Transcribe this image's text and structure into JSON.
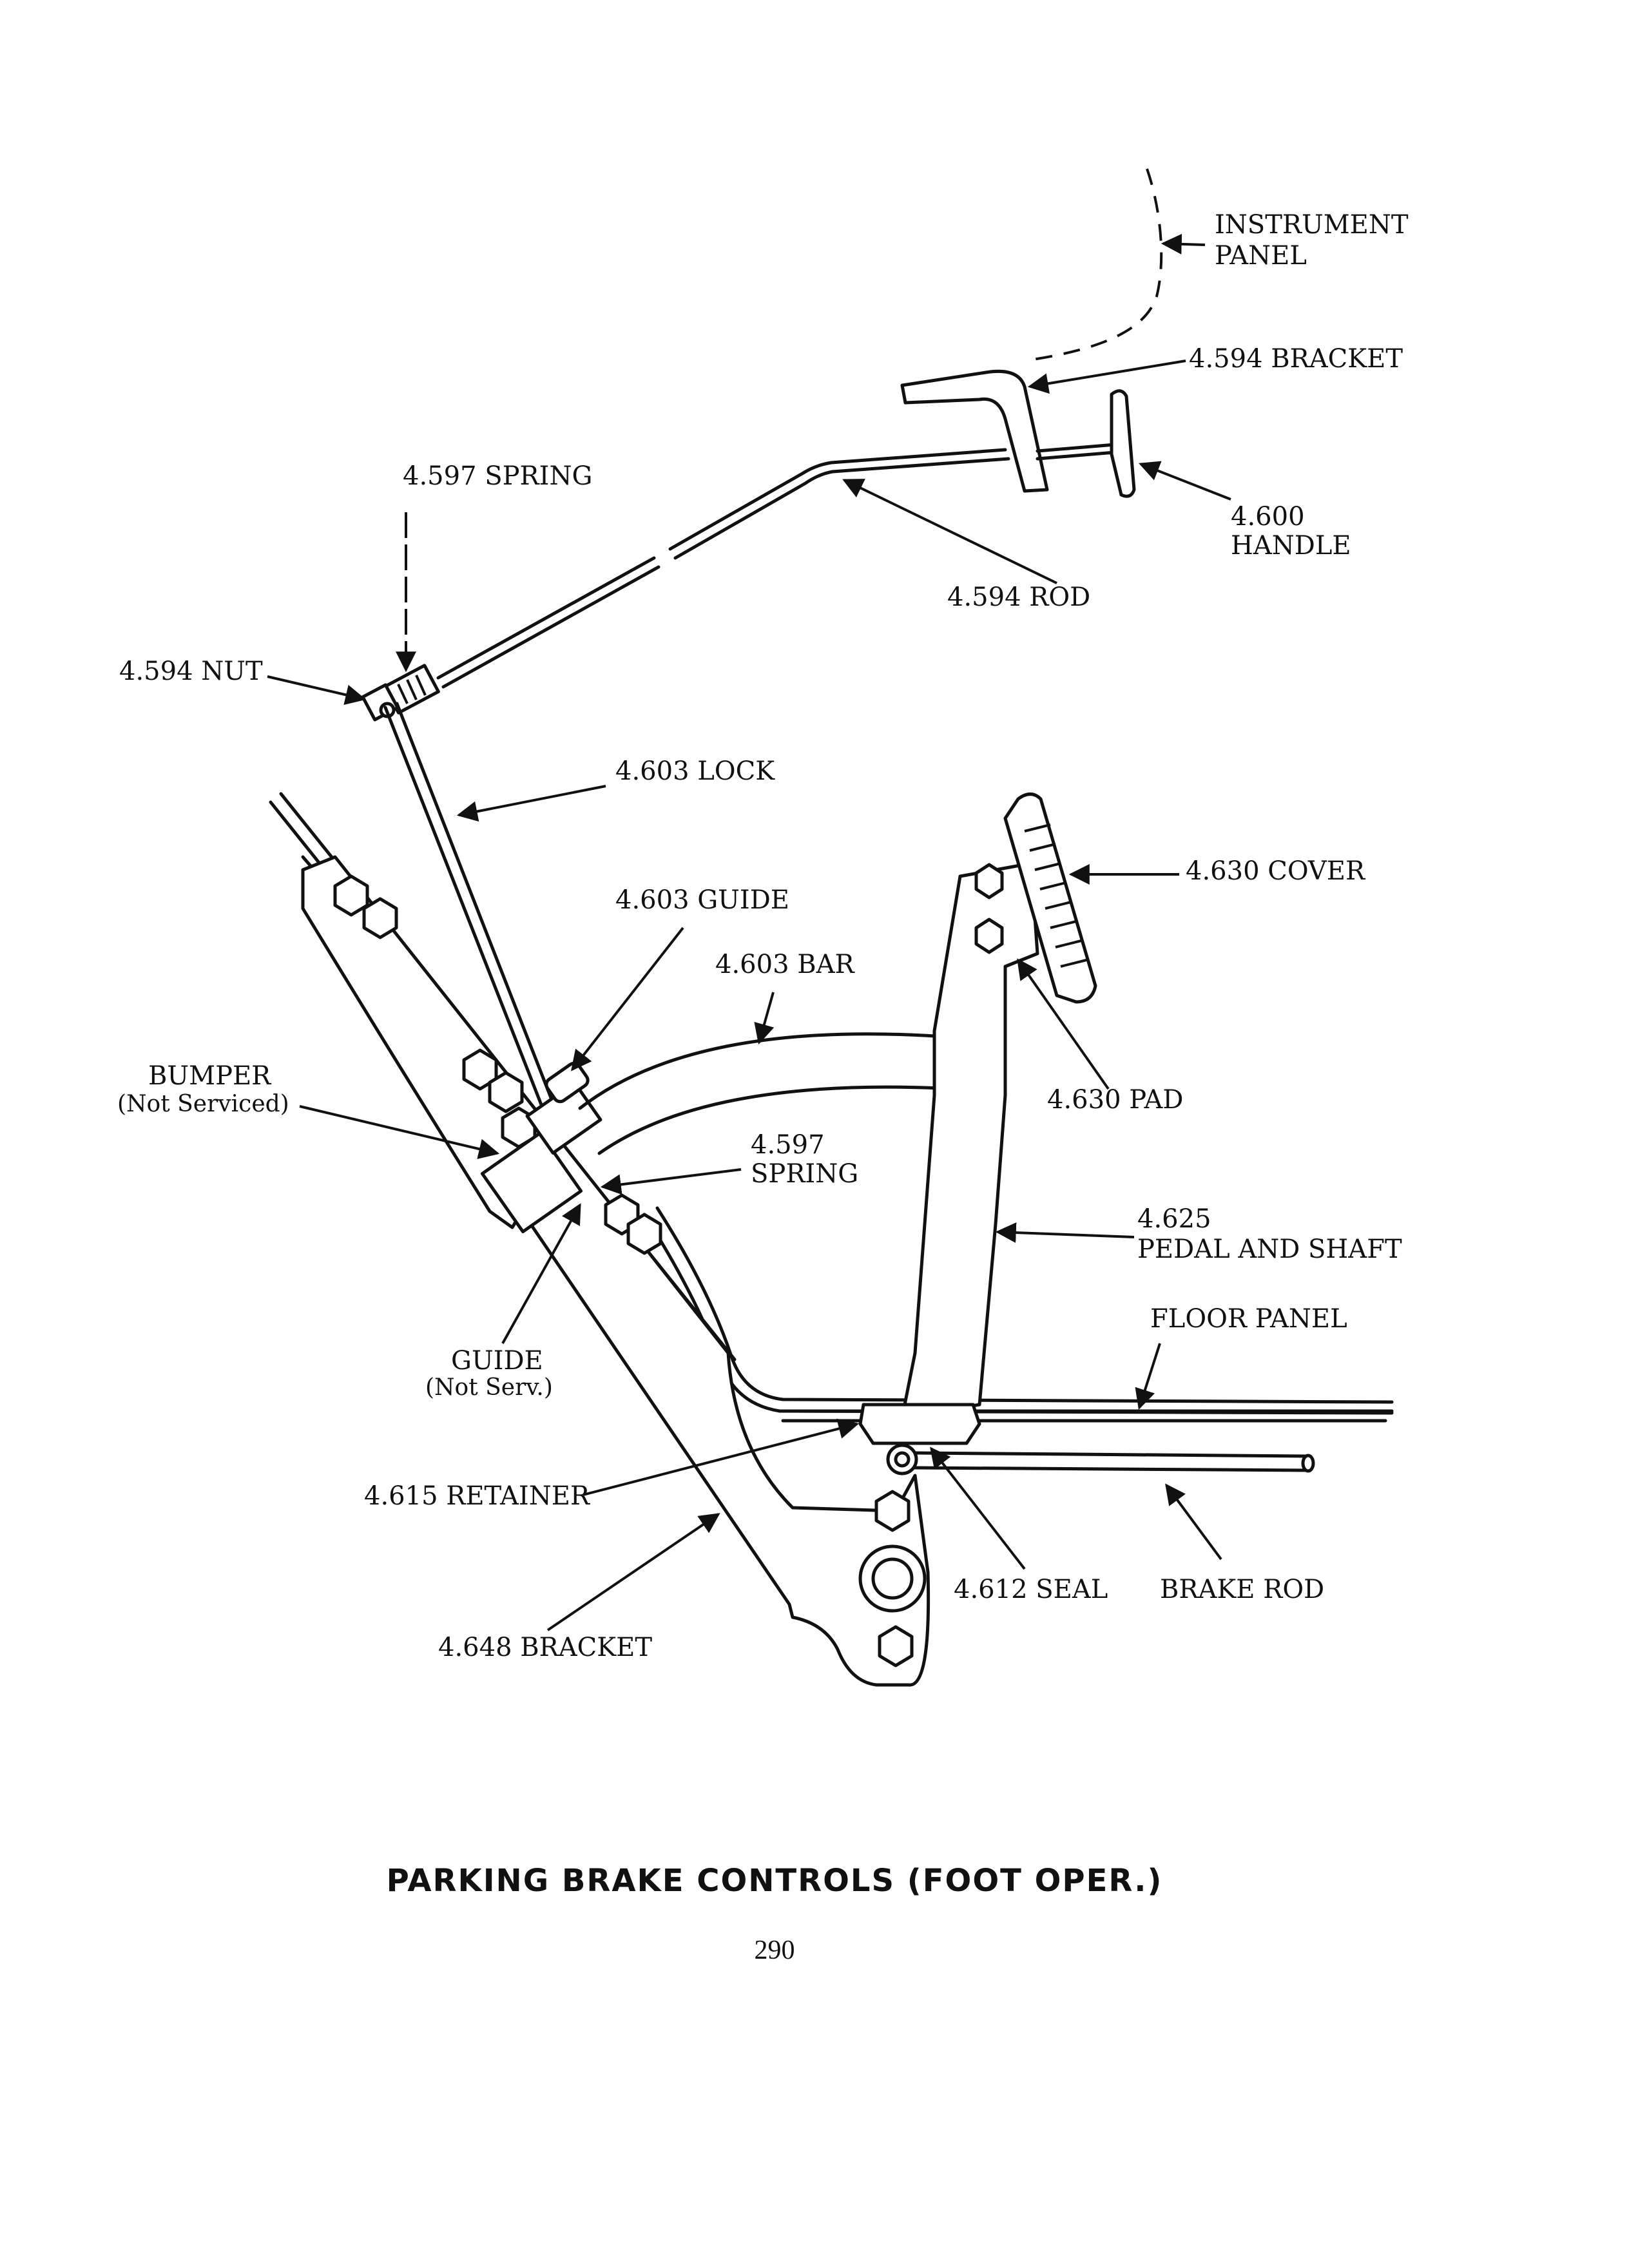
{
  "labels": {
    "instrument_panel": [
      "INSTRUMENT",
      "PANEL"
    ],
    "bracket_4594": "4.594 BRACKET",
    "handle_4600": [
      "4.600",
      "HANDLE"
    ],
    "rod_4594": "4.594 ROD",
    "spring_4597_top": "4.597 SPRING",
    "nut_4594": "4.594 NUT",
    "lock_4603": "4.603 LOCK",
    "guide_4603": "4.603 GUIDE",
    "bar_4603": "4.603 BAR",
    "cover_4630": "4.630 COVER",
    "pad_4630": "4.630 PAD",
    "bumper": [
      "BUMPER",
      "(Not Serviced)"
    ],
    "spring_4597_mid": [
      "4.597",
      "SPRING"
    ],
    "pedal_shaft_4625": [
      "4.625",
      "PEDAL AND SHAFT"
    ],
    "floor_panel": "FLOOR PANEL",
    "guide_not_serv": [
      "GUIDE",
      "(Not Serv.)"
    ],
    "retainer_4615": "4.615 RETAINER",
    "seal_4612": "4.612 SEAL",
    "brake_rod": "BRAKE ROD",
    "bracket_4648": "4.648 BRACKET"
  },
  "caption": "PARKING BRAKE CONTROLS (FOOT OPER.)",
  "page_number": "290"
}
